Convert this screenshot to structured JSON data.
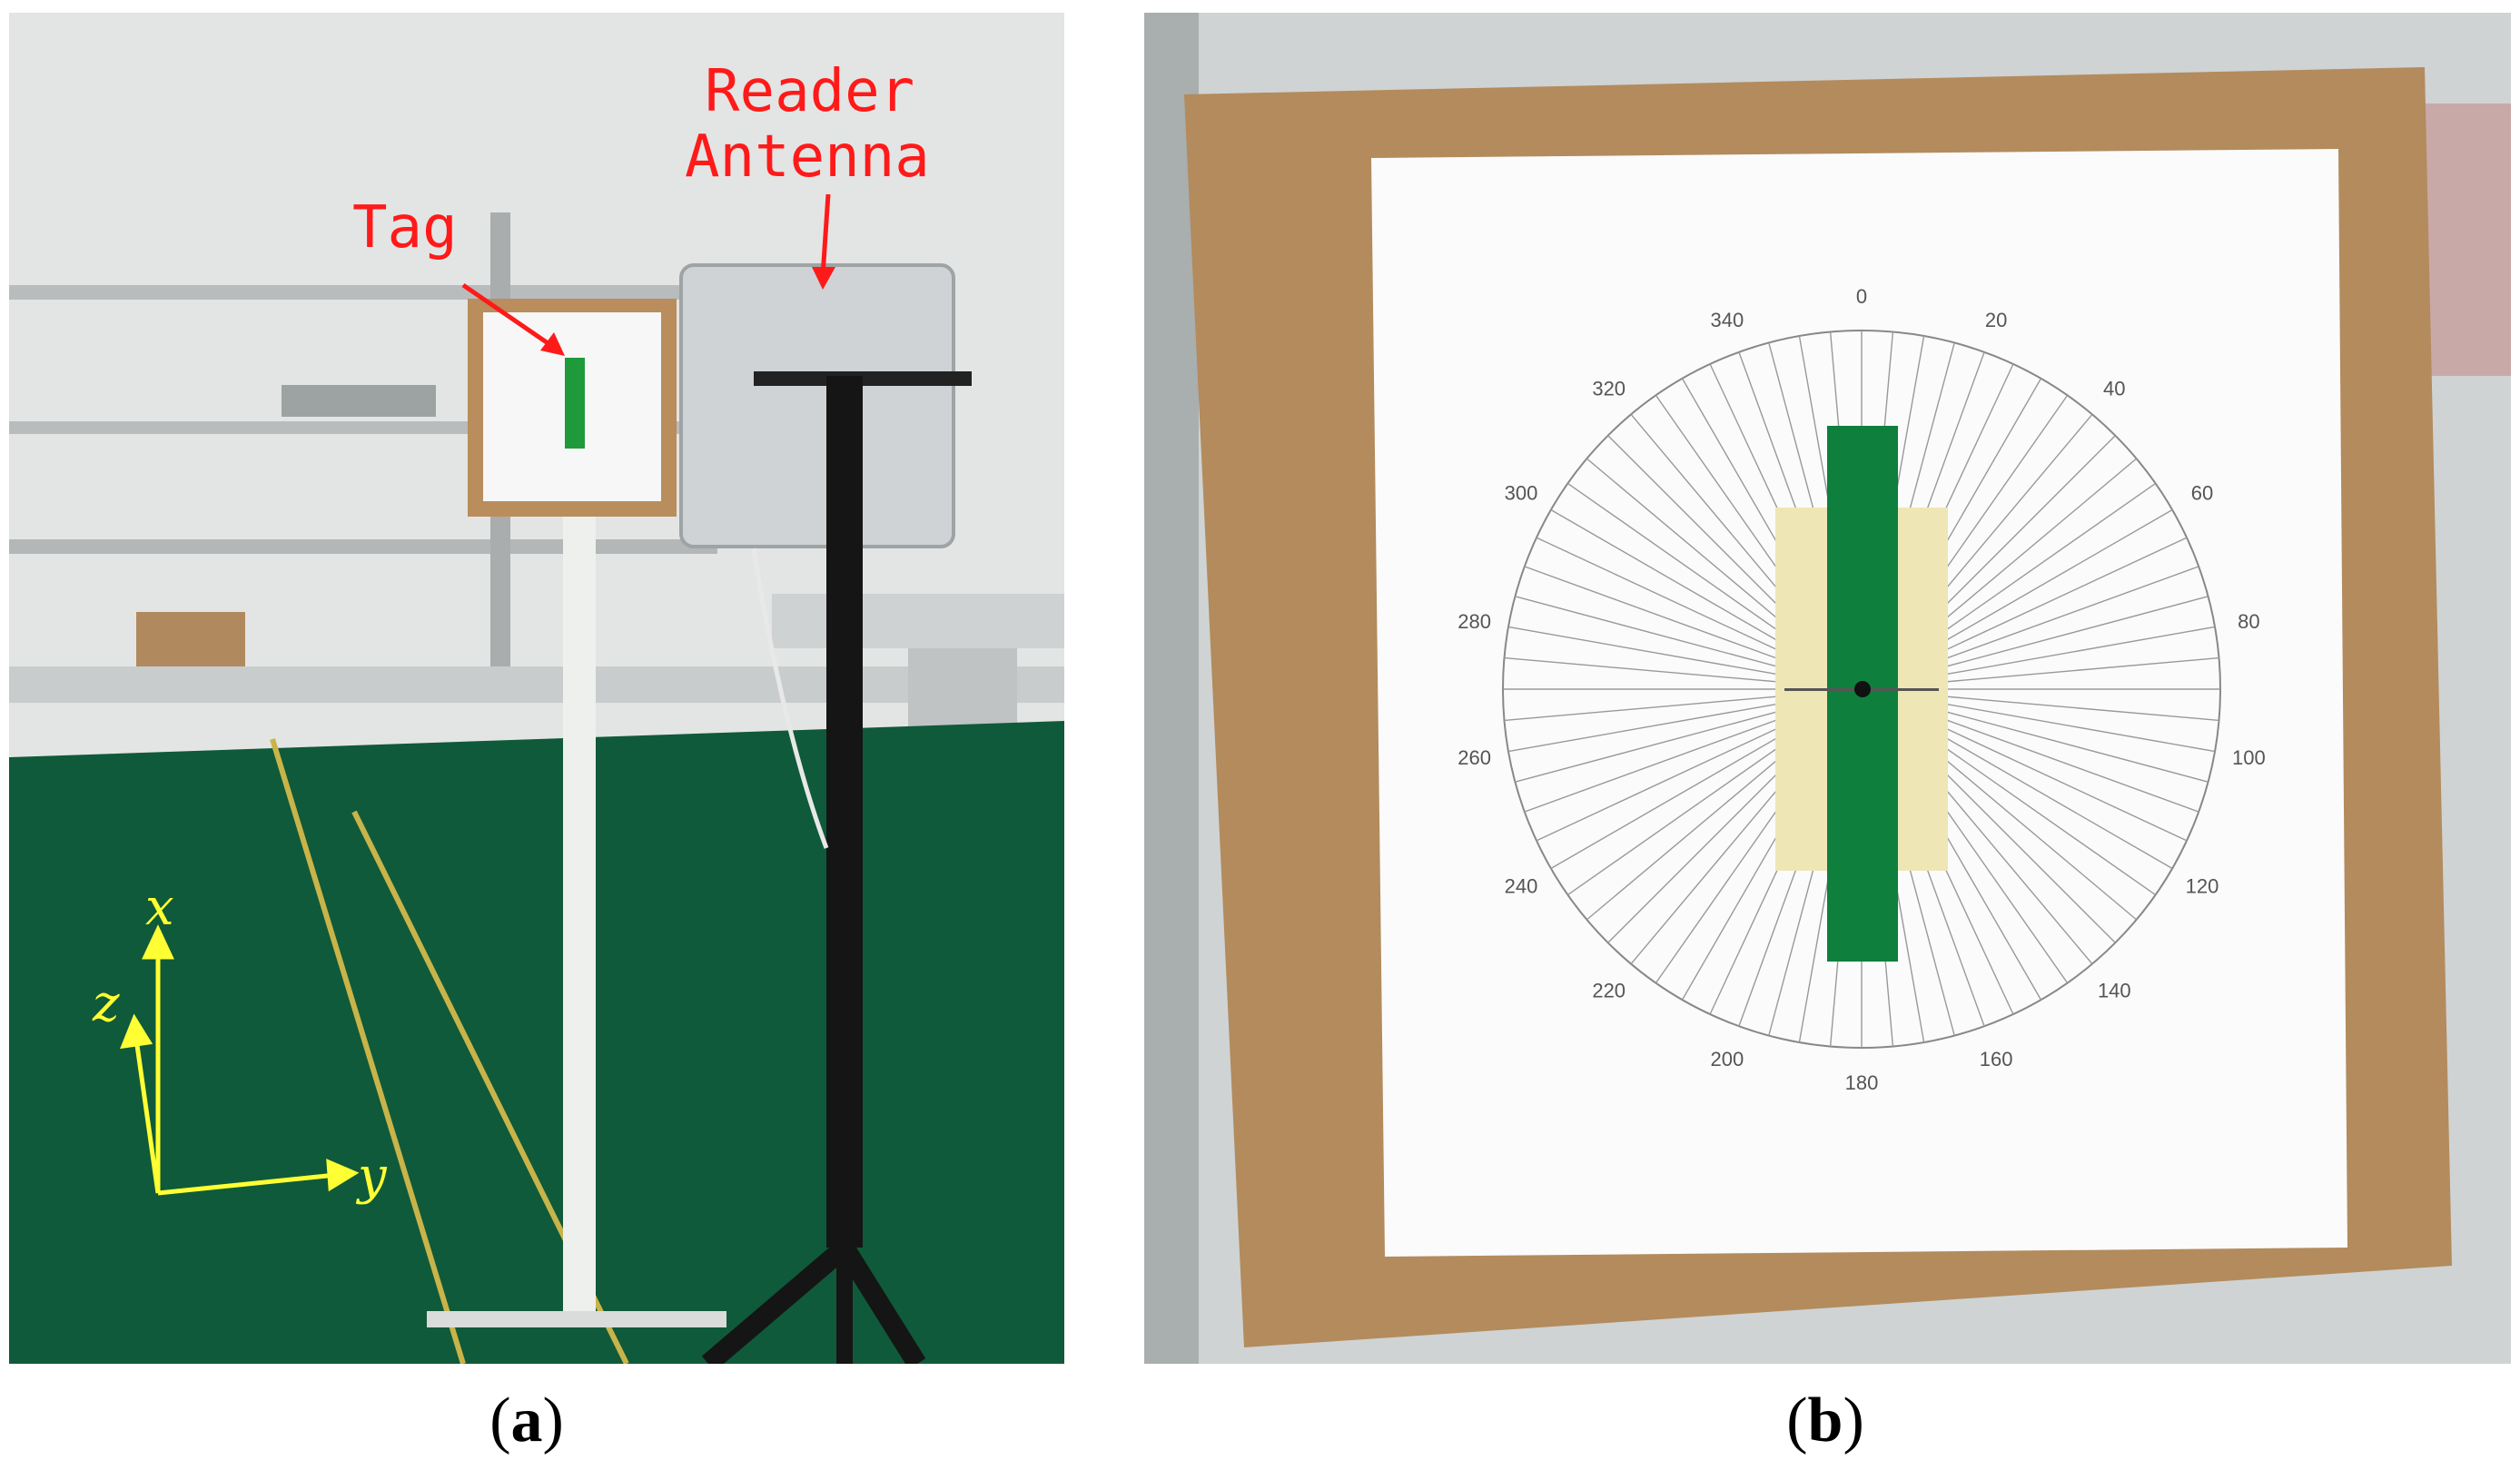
{
  "panel_a": {
    "caption_letter": "a",
    "annotations": {
      "tag": "Tag",
      "reader_line1": "Reader",
      "reader_line2": "Antenna"
    },
    "axes": {
      "x": "x",
      "y": "y",
      "z": "z"
    }
  },
  "panel_b": {
    "caption_letter": "b",
    "dial_labels": [
      "0",
      "20",
      "40",
      "60",
      "80",
      "100",
      "120",
      "140",
      "160",
      "180",
      "200",
      "220",
      "240",
      "260",
      "280",
      "300",
      "320",
      "340"
    ]
  }
}
